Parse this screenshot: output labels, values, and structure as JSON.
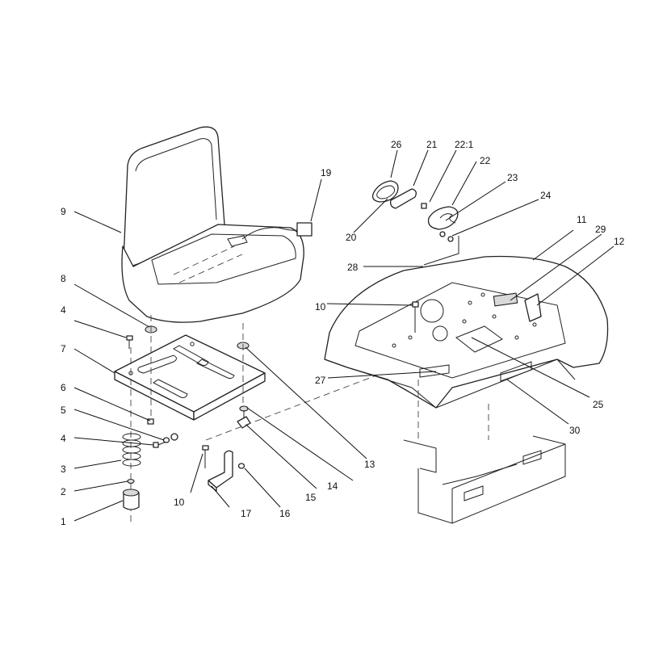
{
  "callouts": {
    "c1": "1",
    "c2": "2",
    "c3": "3",
    "c4a": "4",
    "c4b": "4",
    "c5": "5",
    "c6": "6",
    "c7": "7",
    "c8": "8",
    "c9": "9",
    "c10a": "10",
    "c10b": "10",
    "c11": "11",
    "c12": "12",
    "c13": "13",
    "c14": "14",
    "c15": "15",
    "c16": "16",
    "c17": "17",
    "c19": "19",
    "c20": "20",
    "c21": "21",
    "c22": "22",
    "c22_1": "22:1",
    "c23": "23",
    "c24": "24",
    "c25": "25",
    "c26": "26",
    "c27": "27",
    "c28": "28",
    "c29": "29",
    "c30": "30"
  }
}
